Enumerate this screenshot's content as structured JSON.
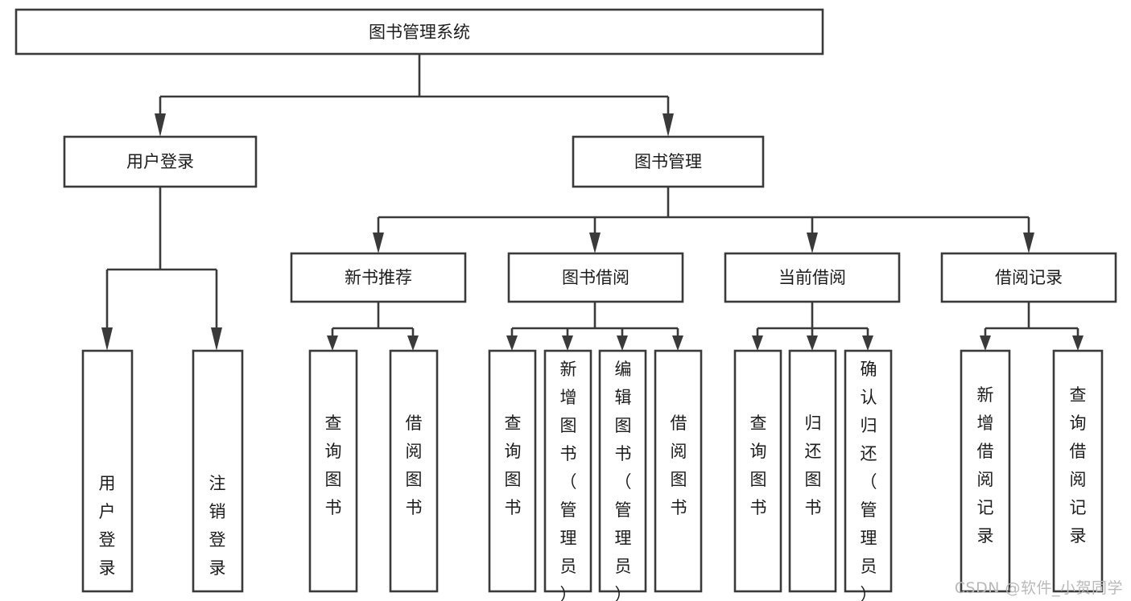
{
  "diagram": {
    "type": "tree-hierarchy",
    "title": "图书管理系统",
    "orientation": "top-down",
    "colors": {
      "box_stroke": "#3a3a3a",
      "box_fill": "#ffffff",
      "text": "#1c1c1c",
      "connector": "#3a3a3a",
      "watermark": "#b9b9b9",
      "background": "#ffffff"
    },
    "root": {
      "label": "图书管理系统"
    },
    "level2": [
      {
        "label": "用户登录"
      },
      {
        "label": "图书管理"
      }
    ],
    "level3": [
      {
        "label": "新书推荐"
      },
      {
        "label": "图书借阅"
      },
      {
        "label": "当前借阅"
      },
      {
        "label": "借阅记录"
      }
    ],
    "leaves": {
      "user_login": [
        {
          "label": "用户登录"
        },
        {
          "label": "注销登录"
        }
      ],
      "new_book_recommend": [
        {
          "label": "查询图书"
        },
        {
          "label": "借阅图书"
        }
      ],
      "book_borrow": [
        {
          "label": "查询图书"
        },
        {
          "label": "新增图书（管理员）"
        },
        {
          "label": "编辑图书（管理员）"
        },
        {
          "label": "借阅图书"
        }
      ],
      "current_borrow": [
        {
          "label": "查询图书"
        },
        {
          "label": "归还图书"
        },
        {
          "label": "确认归还（管理员）"
        }
      ],
      "borrow_record": [
        {
          "label": "新增借阅记录"
        },
        {
          "label": "查询借阅记录"
        }
      ]
    }
  },
  "watermark": {
    "text": "CSDN @软件_小贺同学"
  }
}
